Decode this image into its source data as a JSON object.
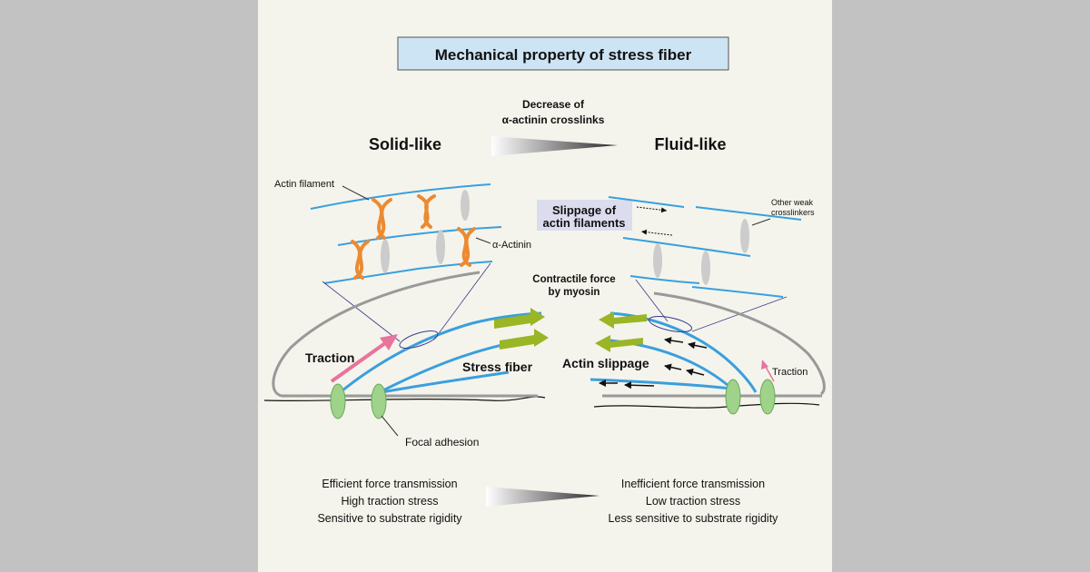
{
  "title": "Mechanical property of stress fiber",
  "transition": {
    "line1": "Decrease of",
    "line2": "α-actinin crosslinks"
  },
  "left": {
    "heading": "Solid-like",
    "actin_filament": "Actin filament",
    "alpha_actinin": "α-Actinin",
    "traction": "Traction",
    "stress_fiber": "Stress fiber",
    "focal_adhesion": "Focal adhesion",
    "properties": [
      "Efficient force transmission",
      "High traction stress",
      "Sensitive to substrate rigidity"
    ]
  },
  "center": {
    "contractile_line1": "Contractile force",
    "contractile_line2": "by myosin"
  },
  "right": {
    "heading": "Fluid-like",
    "slippage_line1": "Slippage of",
    "slippage_line2": "actin filaments",
    "weak_line1": "Other weak",
    "weak_line2": "crosslinkers",
    "actin_slippage": "Actin slippage",
    "traction": "Traction",
    "properties": [
      "Inefficient force transmission",
      "Low traction stress",
      "Less sensitive to substrate rigidity"
    ]
  },
  "colors": {
    "title_box": "#cde4f4",
    "actin": "#3a9fde",
    "actinin": "#ec8a32",
    "myosin": "#9ab526",
    "traction": "#e8739c",
    "focal_adhesion": "#9fd38a",
    "membrane": "#999999",
    "slippage_box": "#dcdcef"
  }
}
